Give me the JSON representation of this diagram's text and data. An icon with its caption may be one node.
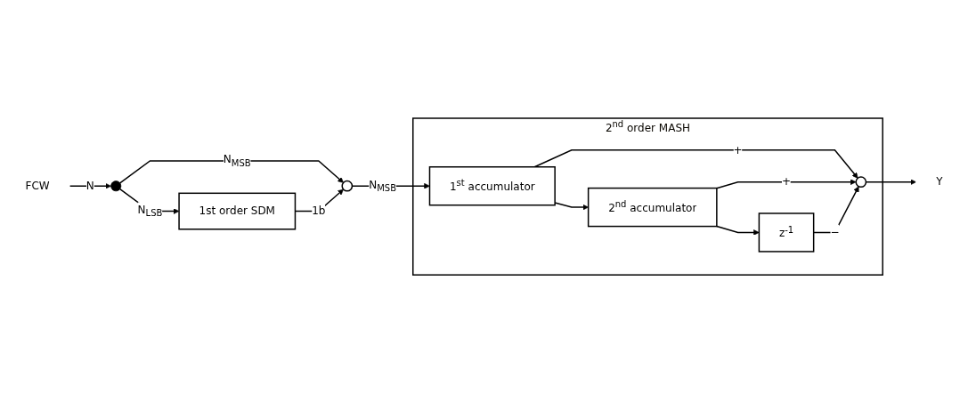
{
  "diagram": {
    "nodes": [
      {
        "text": [
          "2$^{nd}$ order MASH"
        ]
      },
      {
        "text": [
          "z$^{-1}$"
        ],
        "in": 0
      },
      {
        "text": [],
        "shape": "circle",
        "in": 0
      },
      {
        "text": [
          "1$^{st}$ accumulator"
        ],
        "in": 0
      },
      {
        "text": [
          "2$^{nd}$ accumulator"
        ],
        "in": 0
      },
      {
        "text": [
          "Y"
        ]
      },
      {
        "text": [
          "FCW"
        ]
      },
      {
        "text": [],
        "shape": "circle"
      },
      {
        "text": [],
        "shape": "circle"
      },
      {
        "text": [
          "1st order SDM"
        ]
      }
    ],
    "edges": [
      {
        "from": 6,
        "to": 7,
        "arrow": "to",
        "label": "N"
      },
      {
        "from": 7,
        "to": 8,
        "arrow": "to",
        "label": "N$_{MSB}$"
      },
      {
        "from": 7,
        "to": 9,
        "arrow": "to",
        "label": "N$_{LSB}$"
      },
      {
        "from": 9,
        "to": 8,
        "arrow": "to",
        "label": "1b"
      },
      {
        "from": 8,
        "to": 3,
        "arrow": "to",
        "label": "N$_{MSB}$"
      },
      {
        "from": 3,
        "to": 4,
        "arrow": "to"
      },
      {
        "from": 3,
        "to": 2,
        "arrow": "to",
        "label": "+"
      },
      {
        "from": 4,
        "to": 2,
        "arrow": "to",
        "label": "+"
      },
      {
        "from": 4,
        "to": 1,
        "arrow": "to"
      },
      {
        "from": 1,
        "to": 2,
        "arrow": "to",
        "label": "−"
      },
      {
        "from": 2,
        "to": 5,
        "arrow": "to"
      }
    ]
  }
}
